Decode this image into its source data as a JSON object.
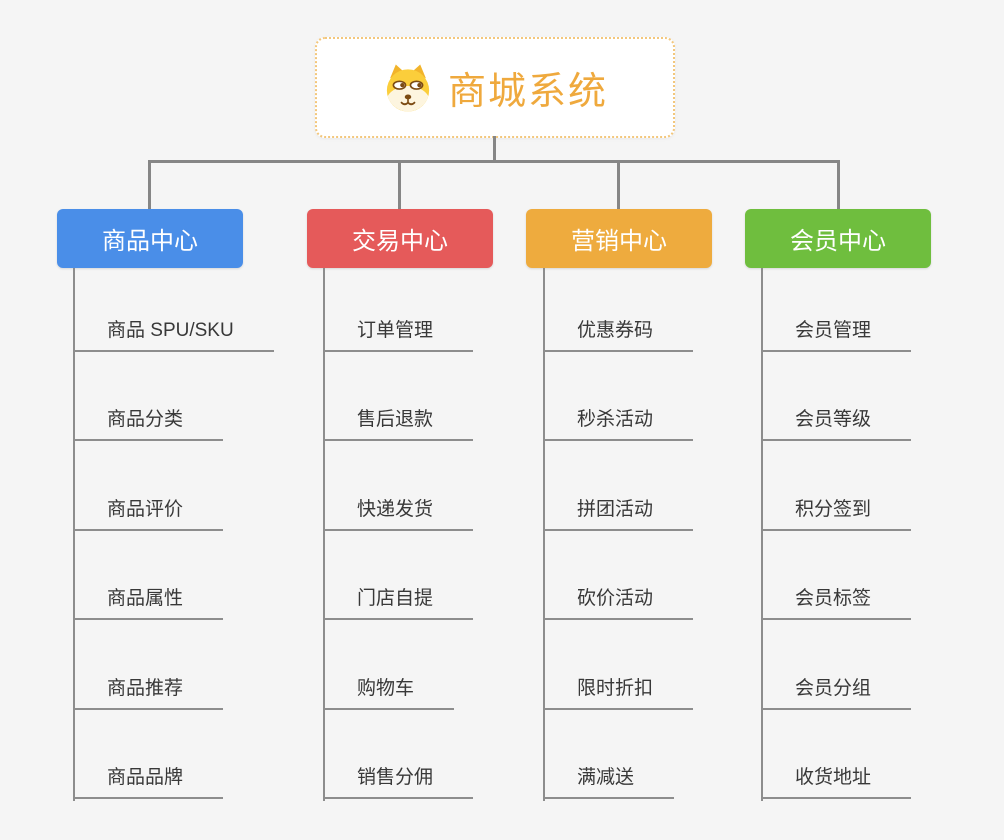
{
  "root": {
    "title": "商城系统",
    "icon": "dog-face-icon"
  },
  "branches": [
    {
      "label": "商品中心",
      "color": "#4a8ee8",
      "items": [
        "商品 SPU/SKU",
        "商品分类",
        "商品评价",
        "商品属性",
        "商品推荐",
        "商品品牌"
      ]
    },
    {
      "label": "交易中心",
      "color": "#e55a5a",
      "items": [
        "订单管理",
        "售后退款",
        "快递发货",
        "门店自提",
        "购物车",
        "销售分佣"
      ]
    },
    {
      "label": "营销中心",
      "color": "#eeab3e",
      "items": [
        "优惠券码",
        "秒杀活动",
        "拼团活动",
        "砍价活动",
        "限时折扣",
        "满减送"
      ]
    },
    {
      "label": "会员中心",
      "color": "#6fbe3e",
      "items": [
        "会员管理",
        "会员等级",
        "积分签到",
        "会员标签",
        "会员分组",
        "收货地址"
      ]
    }
  ],
  "colors": {
    "background": "#f5f5f5",
    "connector": "#868686",
    "leaf_underline": "#8d8d8d",
    "leaf_text": "#383838",
    "root_text": "#efa93d",
    "root_border": "#f3c77c",
    "root_background": "#ffffff",
    "branch_text": "#ffffff"
  }
}
